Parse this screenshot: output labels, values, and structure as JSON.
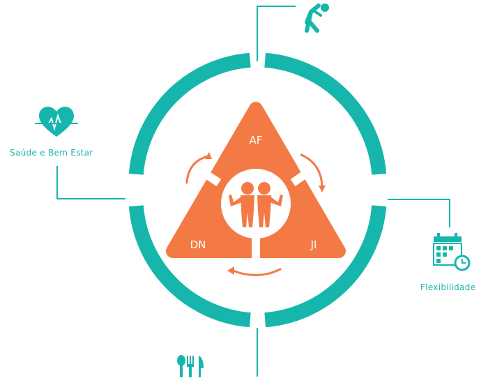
{
  "colors": {
    "teal": "#16b6ad",
    "orange": "#f47a45",
    "white": "#ffffff"
  },
  "triangle": {
    "top_label": "AF",
    "left_label": "DN",
    "right_label": "JI"
  },
  "spokes": {
    "left_label": "Saúde e Bem Estar",
    "right_label": "Flexibilidade"
  },
  "icons": {
    "top": "exercise-person-icon",
    "left": "heart-pulse-icon",
    "right": "calendar-clock-icon",
    "bottom": "cutlery-icon",
    "center": "two-people-flexing-icon"
  }
}
